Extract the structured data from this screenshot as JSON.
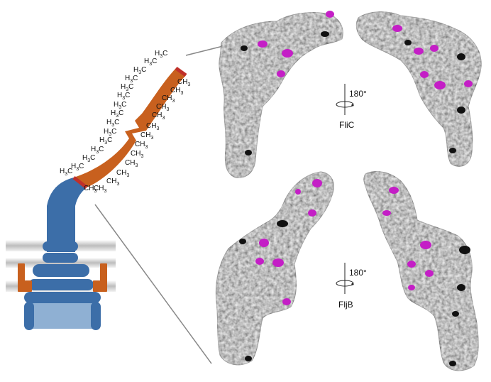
{
  "diagram": {
    "methyl_group_left": "H3C",
    "methyl_group_right": "CH3",
    "protein_top": {
      "name": "FliC",
      "rotation": "180°"
    },
    "protein_bottom": {
      "name": "FljB",
      "rotation": "180°"
    },
    "colors": {
      "flagellin_chain": "#c8601e",
      "chain_end_cap": "#c0302a",
      "basal_body": "#3c6ea8",
      "basal_body_light": "#8fb0d3",
      "membrane": "#bdbdbd",
      "surface": "#e6e6e6",
      "highlight_magenta": "#c41ec6",
      "highlight_black": "#111111"
    }
  }
}
